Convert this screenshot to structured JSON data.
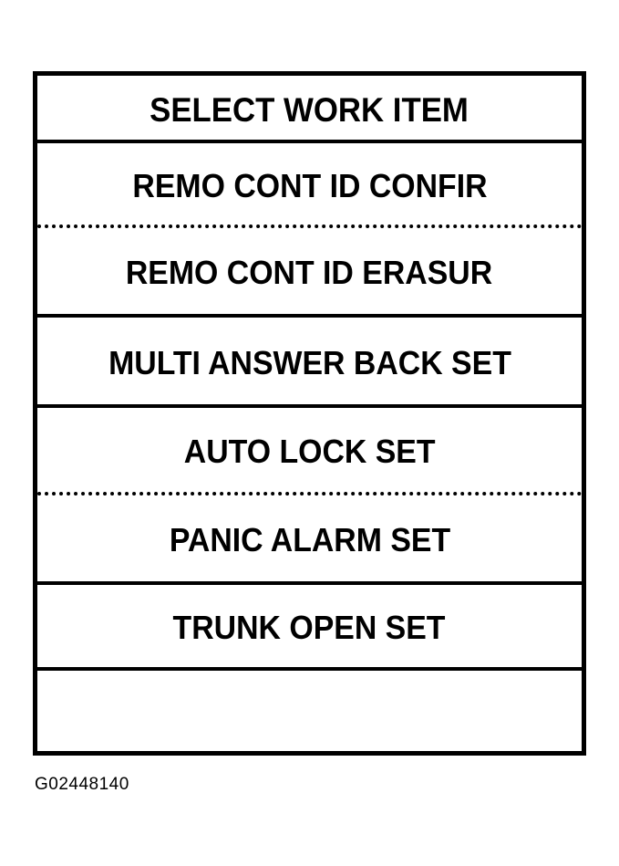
{
  "panel": {
    "header": {
      "label": "SELECT WORK ITEM"
    },
    "rows": [
      {
        "label": "REMO CONT ID CONFIR",
        "separator": "dotted"
      },
      {
        "label": "REMO CONT ID ERASUR",
        "separator": "solid"
      },
      {
        "label": "MULTI ANSWER BACK SET",
        "separator": "solid"
      },
      {
        "label": "AUTO LOCK SET",
        "separator": "dotted"
      },
      {
        "label": "PANIC ALARM SET",
        "separator": "solid"
      },
      {
        "label": "TRUNK OPEN SET",
        "separator": "solid"
      },
      {
        "label": "",
        "separator": "none"
      }
    ]
  },
  "caption": {
    "text": "G02448140"
  },
  "colors": {
    "ink": "#000000",
    "background": "#ffffff"
  }
}
